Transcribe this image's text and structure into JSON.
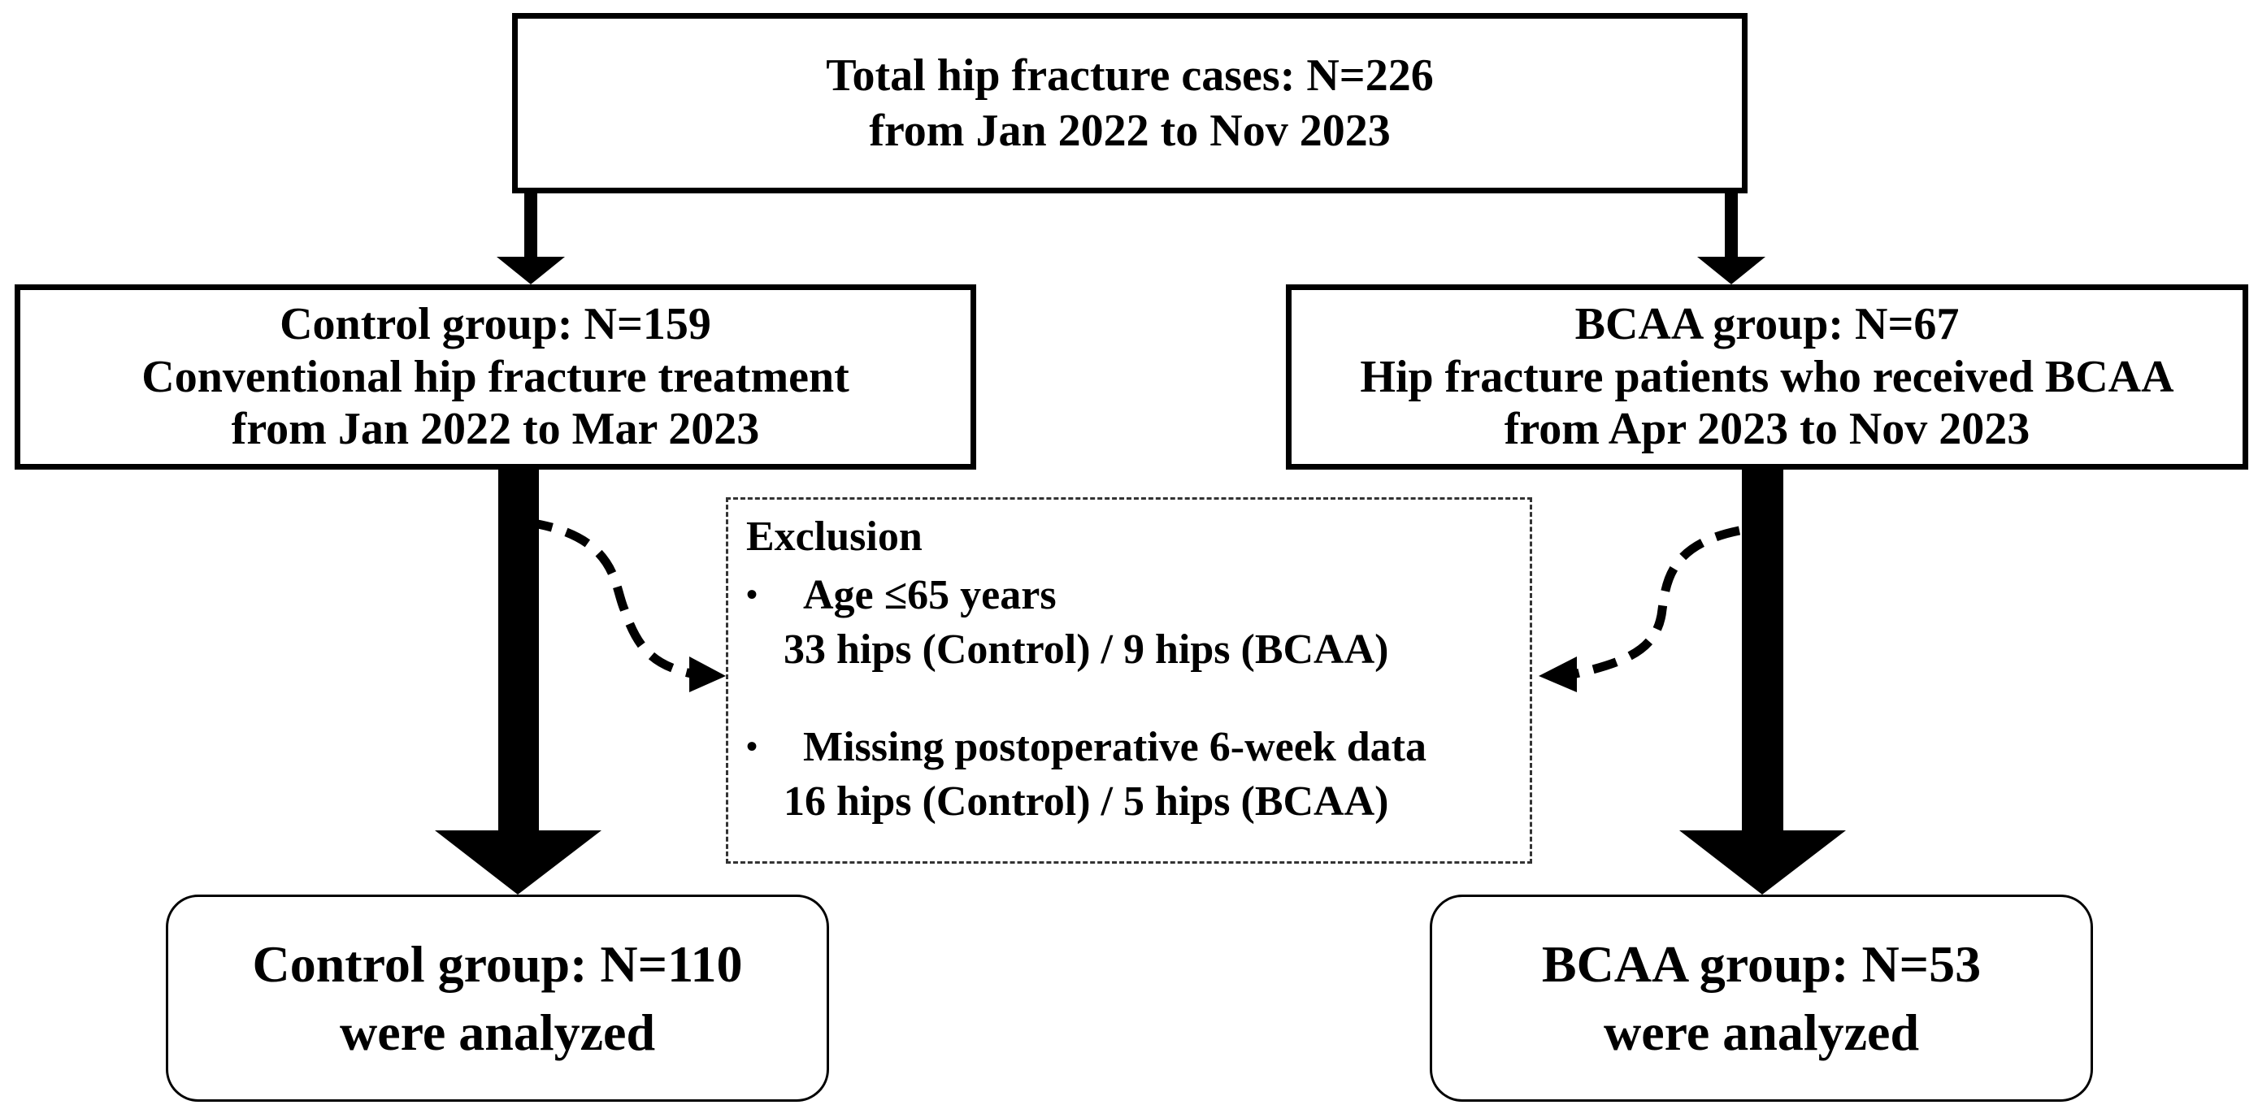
{
  "flowchart": {
    "total": {
      "line1": "Total hip fracture cases: N=226",
      "line2": "from Jan 2022 to Nov 2023"
    },
    "control": {
      "line1": "Control group: N=159",
      "line2": "Conventional hip fracture treatment",
      "line3": "from Jan 2022 to Mar 2023"
    },
    "bcaa": {
      "line1": "BCAA group: N=67",
      "line2": "Hip fracture patients who received BCAA",
      "line3": "from Apr 2023 to Nov 2023"
    },
    "exclusion": {
      "title": "Exclusion",
      "items": [
        {
          "bullet": "•",
          "label": "Age ≤65 years",
          "detail": "33 hips (Control) / 9 hips (BCAA)"
        },
        {
          "bullet": "•",
          "label": "Missing postoperative 6-week data",
          "detail": "16 hips (Control) / 5 hips (BCAA)"
        }
      ]
    },
    "control_final": {
      "line1": "Control group: N=110",
      "line2": "were analyzed"
    },
    "bcaa_final": {
      "line1": "BCAA group: N=53",
      "line2": "were analyzed"
    }
  }
}
